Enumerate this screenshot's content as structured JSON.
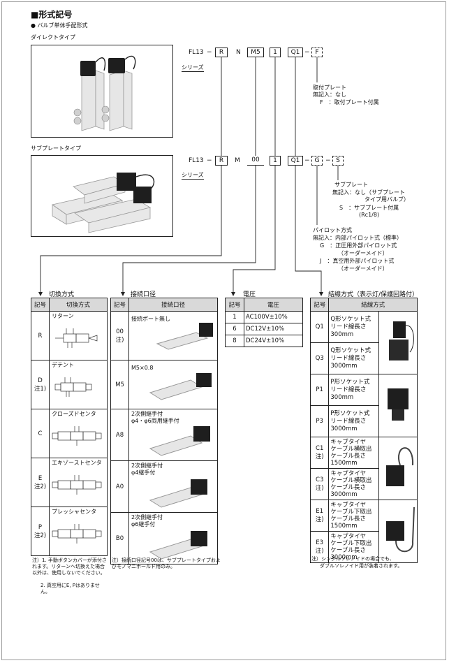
{
  "heading": "■形式記号",
  "subheading": "● バルブ単体手配形式",
  "direct": {
    "label": "ダイレクトタイプ",
    "code": [
      "FL13",
      "R",
      "N",
      "M5",
      "1",
      "Q1",
      "F"
    ],
    "series_label": "シリーズ",
    "plate": {
      "title": "取付プレート",
      "lines": [
        "無記入：なし",
        "F　：取付プレート付属"
      ]
    }
  },
  "subplate": {
    "label": "サブプレートタイプ",
    "code": [
      "FL13",
      "R",
      "M",
      "00",
      "1",
      "Q1",
      "G",
      "S"
    ],
    "series_label": "シリーズ",
    "subplate_opt": {
      "title": "サブプレート",
      "lines": [
        "無記入：なし（サブプレート",
        "タイプ用バルブ）",
        "S　：サブプレート付属",
        "(Rc1/8)"
      ]
    },
    "pilot": {
      "title": "パイロット方式",
      "lines": [
        "無記入：内部パイロット式（標準）",
        "G　：正圧用外部パイロット式",
        "（オーダーメイド）",
        "J　：真空用外部パイロット式",
        "（オーダーメイド）"
      ]
    }
  },
  "switching": {
    "section": "切換方式",
    "headers": [
      "記号",
      "切換方式"
    ],
    "rows": [
      {
        "code": "R",
        "name": "リターン"
      },
      {
        "code": "D\n注1)",
        "name": "デテント"
      },
      {
        "code": "C",
        "name": "クローズドセンタ"
      },
      {
        "code": "E\n注2)",
        "name": "エキゾーストセンタ"
      },
      {
        "code": "P\n注2)",
        "name": "プレッシャセンタ"
      }
    ],
    "notes": [
      "注）1. 手動ボタンカバーが添付されます。リターンへ切換えた場合以外は、使用しないでください。",
      "2. 真空用にE, Pはありません。"
    ]
  },
  "port": {
    "section": "接続口径",
    "headers": [
      "記号",
      "接続口径"
    ],
    "rows": [
      {
        "code": "00\n注)",
        "name": "接続ポート無し"
      },
      {
        "code": "M5",
        "name": "M5×0.8"
      },
      {
        "code": "A8",
        "name": "2次側継手付\nφ4・φ6両用継手付"
      },
      {
        "code": "A0",
        "name": "2次側継手付\nφ4継手付"
      },
      {
        "code": "B0",
        "name": "2次側継手付\nφ6継手付"
      }
    ],
    "notes": [
      "注）接続口径記号00は、サブプレートタイプおよびモノマニホールド用のみ。"
    ]
  },
  "voltage": {
    "section": "電圧",
    "headers": [
      "記号",
      "電圧"
    ],
    "rows": [
      {
        "code": "1",
        "name": "AC100V±10%"
      },
      {
        "code": "6",
        "name": "DC12V±10%"
      },
      {
        "code": "8",
        "name": "DC24V±10%"
      }
    ]
  },
  "wiring": {
    "section": "結線方式（表示灯/保護回路付）",
    "headers": [
      "記号",
      "結線方式"
    ],
    "rows": [
      {
        "code": "Q1",
        "name": "Q形ソケット式\nリード線長さ\n300mm"
      },
      {
        "code": "Q3",
        "name": "Q形ソケット式\nリード線長さ\n3000mm"
      },
      {
        "code": "P1",
        "name": "P形ソケット式\nリード線長さ\n300mm"
      },
      {
        "code": "P3",
        "name": "P形ソケット式\nリード線長さ\n3000mm"
      },
      {
        "code": "C1\n注)",
        "name": "キャブタイヤ\nケーブル横取出\nケーブル長さ\n1500mm"
      },
      {
        "code": "C3\n注)",
        "name": "キャブタイヤ\nケーブル横取出\nケーブル長さ\n3000mm"
      },
      {
        "code": "E1\n注)",
        "name": "キャブタイヤ\nケーブル下取出\nケーブル長さ\n1500mm"
      },
      {
        "code": "E3\n注)",
        "name": "キャブタイヤ\nケーブル下取出\nケーブル長さ\n3000mm"
      }
    ],
    "notes": [
      "注）シングルソレノイドの場合でも、",
      "ダブルソレノイド用が装着されます。"
    ]
  }
}
